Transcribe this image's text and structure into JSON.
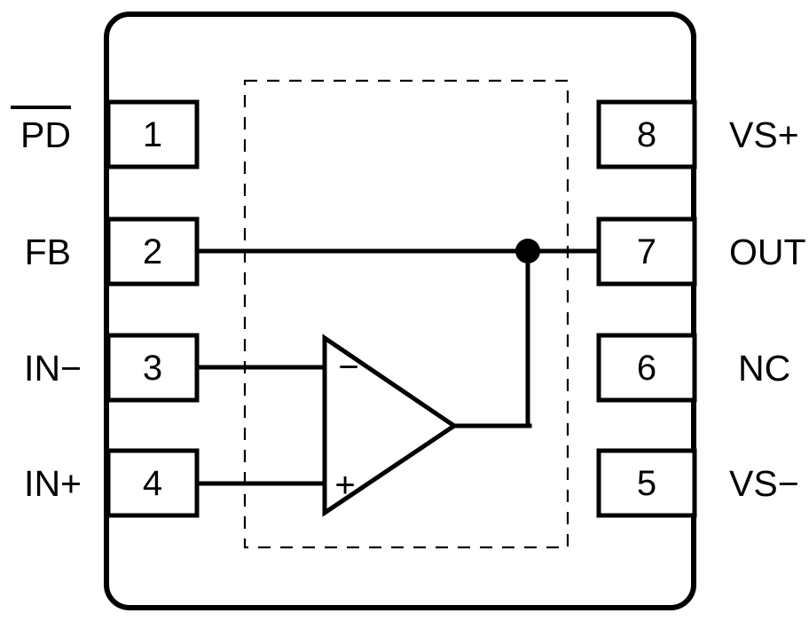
{
  "diagram": {
    "type": "ic-pinout-schematic",
    "package": {
      "pin_count": 8,
      "outline_shape": "rounded-rectangle"
    },
    "internal_block": {
      "boundary_style": "dashed",
      "component": "operational-amplifier",
      "amp_symbol": "triangle",
      "inverting_sign": "−",
      "noninverting_sign": "+"
    },
    "pins_left": [
      {
        "number": "1",
        "label": "PD",
        "overline": true
      },
      {
        "number": "2",
        "label": "FB",
        "overline": false
      },
      {
        "number": "3",
        "label": "IN−",
        "overline": false
      },
      {
        "number": "4",
        "label": "IN+",
        "overline": false
      }
    ],
    "pins_right": [
      {
        "number": "8",
        "label": "VS+",
        "overline": false
      },
      {
        "number": "7",
        "label": "OUT",
        "overline": false
      },
      {
        "number": "6",
        "label": "NC",
        "overline": false
      },
      {
        "number": "5",
        "label": "VS−",
        "overline": false
      }
    ],
    "nets": [
      {
        "name": "feedback-net",
        "from": "pin-2-FB",
        "to": "pin-7-OUT",
        "has_junction_dot": true
      },
      {
        "name": "inverting-input-net",
        "from": "pin-3-IN-minus",
        "to": "amp-inverting-input"
      },
      {
        "name": "noninverting-input-net",
        "from": "pin-4-IN-plus",
        "to": "amp-noninverting-input"
      },
      {
        "name": "amp-output-net",
        "from": "amp-output",
        "to": "feedback-net-junction"
      }
    ],
    "colors": {
      "stroke": "#000000",
      "background": "#ffffff",
      "fill": "#ffffff"
    }
  }
}
